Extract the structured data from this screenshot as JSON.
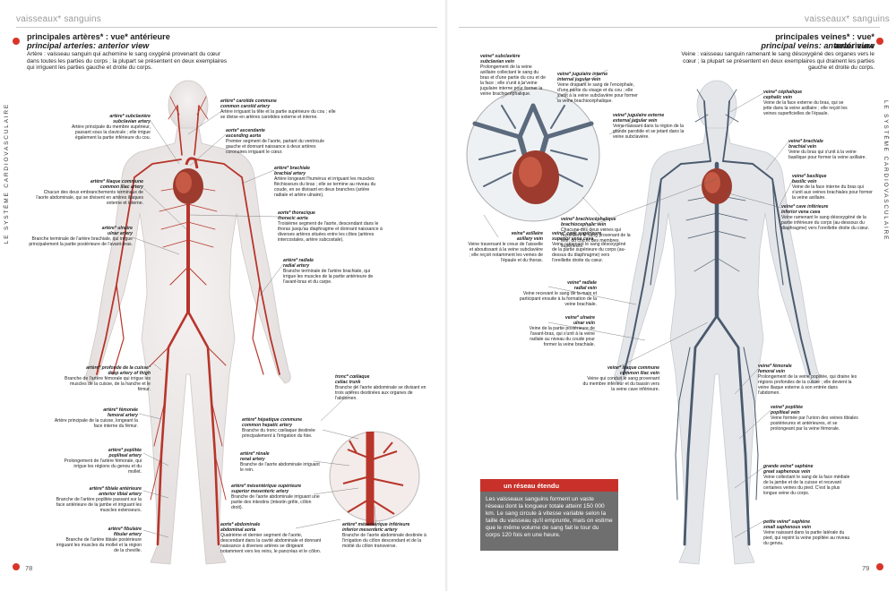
{
  "left_page": {
    "running_head": "vaisseaux* sanguins",
    "side_title": "LE SYSTÈME CARDIOVASCULAIRE",
    "title_fr": "principales artères* : vue* antérieure",
    "title_en": "principal arteries: anterior view",
    "intro": "Artère : vaisseau sanguin qui achemine le sang oxygéné provenant du cœur dans toutes les parties du corps ; la plupart se présentent en deux exemplaires qui irriguent les parties gauche et droite du corps.",
    "page_number": "78",
    "labels": {
      "subclavian": {
        "fr": "artère* subclavière",
        "en": "subclavian artery",
        "d": "Artère principale du membre supérieur, passant sous la clavicule ; elle irrigue également la partie inférieure du cou."
      },
      "common_iliac": {
        "fr": "artère* iliaque commune",
        "en": "common iliac artery",
        "d": "Chacun des deux embranchements terminaux de l'aorte abdominale, qui se divisent en artères iliaques externe et interne."
      },
      "ulnar": {
        "fr": "artère* ulnaire",
        "en": "ulnar artery",
        "d": "Branche terminale de l'artère brachiale, qui irrigue principalement la partie postérieure de l'avant-bras."
      },
      "common_carotid": {
        "fr": "artère* carotide commune",
        "en": "common carotid artery",
        "d": "Artère irriguant la tête et la partie supérieure du cou ; elle se divise en artères carotides externe et interne."
      },
      "ascending_aorta": {
        "fr": "aorte* ascendante",
        "en": "ascending aorta",
        "d": "Premier segment de l'aorte, partant du ventricule gauche et donnant naissance à deux artères coronaires irriguant le cœur."
      },
      "brachial": {
        "fr": "artère* brachiale",
        "en": "brachial artery",
        "d": "Artère longeant l'humérus et irriguant les muscles fléchisseurs du bras ; elle se termine au niveau du coude, en se divisant en deux branches (artère radiale et artère ulnaire)."
      },
      "thoracic_aorta": {
        "fr": "aorte* thoracique",
        "en": "thoracic aorta",
        "d": "Troisième segment de l'aorte, descendant dans le thorax jusqu'au diaphragme et donnant naissance à diverses artères situées entre les côtes (artères intercostales, artère subcostale)."
      },
      "radial": {
        "fr": "artère* radiale",
        "en": "radial artery",
        "d": "Branche terminale de l'artère brachiale, qui irrigue les muscles de la partie antérieure de l'avant-bras et du carpe."
      },
      "deep_thigh": {
        "fr": "artère* profonde de la cuisse*",
        "en": "deep artery of thigh",
        "d": "Branche de l'artère fémorale qui irrigue les muscles de la cuisse, de la hanche et le fémur."
      },
      "femoral": {
        "fr": "artère* fémorale",
        "en": "femoral artery",
        "d": "Artère principale de la cuisse, longeant la face interne du fémur."
      },
      "popliteal": {
        "fr": "artère* poplitée",
        "en": "popliteal artery",
        "d": "Prolongement de l'artère fémorale, qui irrigue les régions du genou et du mollet."
      },
      "anterior_tibial": {
        "fr": "artère* tibiale antérieure",
        "en": "anterior tibial artery",
        "d": "Branche de l'artère poplitée passant sur la face antérieure de la jambe et irriguant les muscles extenseurs."
      },
      "fibular": {
        "fr": "artère* fibulaire",
        "en": "fibular artery",
        "d": "Branche de l'artère tibiale postérieure irriguant les muscles du mollet et la région de la cheville."
      },
      "celiac": {
        "fr": "tronc* cœliaque",
        "en": "celiac trunk",
        "d": "Branche de l'aorte abdominale se divisant en trois artères destinées aux organes de l'abdomen."
      },
      "common_hepatic": {
        "fr": "artère* hépatique commune",
        "en": "common hepatic artery",
        "d": "Branche du tronc cœliaque destinée principalement à l'irrigation du foie."
      },
      "renal": {
        "fr": "artère* rénale",
        "en": "renal artery",
        "d": "Branche de l'aorte abdominale irriguant le rein."
      },
      "superior_mesenteric": {
        "fr": "artère* mésentérique supérieure",
        "en": "superior mesenteric artery",
        "d": "Branche de l'aorte abdominale irriguant une partie des intestins (intestin grêle, côlon droit)."
      },
      "abdominal_aorta": {
        "fr": "aorte* abdominale",
        "en": "abdominal aorta",
        "d": "Quatrième et dernier segment de l'aorte, descendant dans la cavité abdominale et donnant naissance à diverses artères se dirigeant notamment vers les reins, le pancréas et le côlon."
      },
      "inferior_mesenteric": {
        "fr": "artère* mésentérique inférieure",
        "en": "inferior mesenteric artery",
        "d": "Branche de l'aorte abdominale destinée à l'irrigation du côlon descendant et de la moitié du côlon transverse."
      }
    }
  },
  "right_page": {
    "running_head": "vaisseaux* sanguins",
    "side_title": "LE SYSTÈME CARDIOVASCULAIRE",
    "title_fr": "principales veines* : vue* antérieure",
    "title_en": "principal veins: anterior view",
    "intro": "Veine : vaisseau sanguin ramenant le sang désoxygéné des organes vers le cœur ; la plupart se présentent en deux exemplaires qui drainent les parties gauche et droite du corps.",
    "page_number": "79",
    "labels": {
      "subclavian": {
        "fr": "veine* subclavière",
        "en": "subclavian vein",
        "d": "Prolongement de la veine axillaire collectant le sang du bras et d'une partie du cou et de la face ; elle s'unit à la veine jugulaire interne pour former la veine brachiocéphalique."
      },
      "internal_jugular": {
        "fr": "veine* jugulaire interne",
        "en": "internal jugular vein",
        "d": "Veine drainant le sang de l'encéphale, d'une partie du visage et du cou ; elle s'unit à la veine subclavière pour former la veine brachiocéphalique."
      },
      "external_jugular": {
        "fr": "veine* jugulaire externe",
        "en": "external jugular vein",
        "d": "Veine naissant dans la région de la glande parotide et se jetant dans la veine subclavière."
      },
      "brachiocephalic": {
        "fr": "veine* brachiocéphalique",
        "en": "brachiocephalic vein",
        "d": "Chacune des deux veines qui recueillent le sang provenant de la tête, du cou et des membres supérieurs."
      },
      "axillary": {
        "fr": "veine* axillaire",
        "en": "axillary vein",
        "d": "Veine traversant le creux de l'aisselle et aboutissant à la veine subclavière ; elle reçoit notamment les veines de l'épaule et du thorax."
      },
      "superior_vena_cava": {
        "fr": "veine* cave supérieure",
        "en": "superior vena cava",
        "d": "Veine ramenant le sang désoxygéné de la partie supérieure du corps (au-dessus du diaphragme) vers l'oreillette droite du cœur."
      },
      "radial": {
        "fr": "veine* radiale",
        "en": "radial vein",
        "d": "Veine recevant le sang de la main et participant ensuite à la formation de la veine brachiale."
      },
      "ulnar": {
        "fr": "veine* ulnaire",
        "en": "ulnar vein",
        "d": "Veine de la partie postérieure de l'avant-bras, qui s'unit à la veine radiale au niveau du coude pour former la veine brachiale."
      },
      "common_iliac": {
        "fr": "veine* iliaque commune",
        "en": "common iliac vein",
        "d": "Veine qui conduit le sang provenant du membre inférieur et du bassin vers la veine cave inférieure."
      },
      "cephalic": {
        "fr": "veine* céphalique",
        "en": "cephalic vein",
        "d": "Veine de la face externe du bras, qui se jette dans la veine axillaire ; elle reçoit les veines superficielles de l'épaule."
      },
      "brachial": {
        "fr": "veine* brachiale",
        "en": "brachial vein",
        "d": "Veine du bras qui s'unit à la veine basilique pour former la veine axillaire."
      },
      "basilic": {
        "fr": "veine* basilique",
        "en": "basilic vein",
        "d": "Veine de la face interne du bras qui s'unit aux veines brachiales pour former la veine axillaire."
      },
      "inferior_vena_cava": {
        "fr": "veine* cave inférieure",
        "en": "inferior vena cava",
        "d": "Veine ramenant le sang désoxygéné de la partie inférieure du corps (au-dessous du diaphragme) vers l'oreillette droite du cœur."
      },
      "femoral": {
        "fr": "veine* fémorale",
        "en": "femoral vein",
        "d": "Prolongement de la veine poplitée, qui draine les régions profondes de la cuisse ; elle devient la veine iliaque externe à son entrée dans l'abdomen."
      },
      "popliteal": {
        "fr": "veine* poplitée",
        "en": "popliteal vein",
        "d": "Veine formée par l'union des veines tibiales postérieures et antérieures, et se prolongeant par la veine fémorale."
      },
      "great_saphenous": {
        "fr": "grande veine* saphène",
        "en": "great saphenous vein",
        "d": "Veine collectant le sang de la face médiale de la jambe et de la cuisse et recevant certaines veines du pied. C'est la plus longue veine du corps."
      },
      "small_saphenous": {
        "fr": "petite veine* saphène",
        "en": "small saphenous vein",
        "d": "Veine naissant dans la partie latérale du pied, qui rejoint la veine poplitée au niveau du genou."
      }
    },
    "box": {
      "title": "un réseau étendu",
      "text": "Les vaisseaux sanguins forment un vaste réseau dont la longueur totale atteint 150 000 km. Le sang circule à vitesse variable selon la taille du vaisseau qu'il emprunte, mais on estime que le même volume de sang fait le tour du corps 120 fois en une heure."
    }
  },
  "colors": {
    "artery": "#b8352b",
    "vein": "#4a5a6e",
    "accent": "#c8312a",
    "box_bg": "#6f6f6f"
  }
}
